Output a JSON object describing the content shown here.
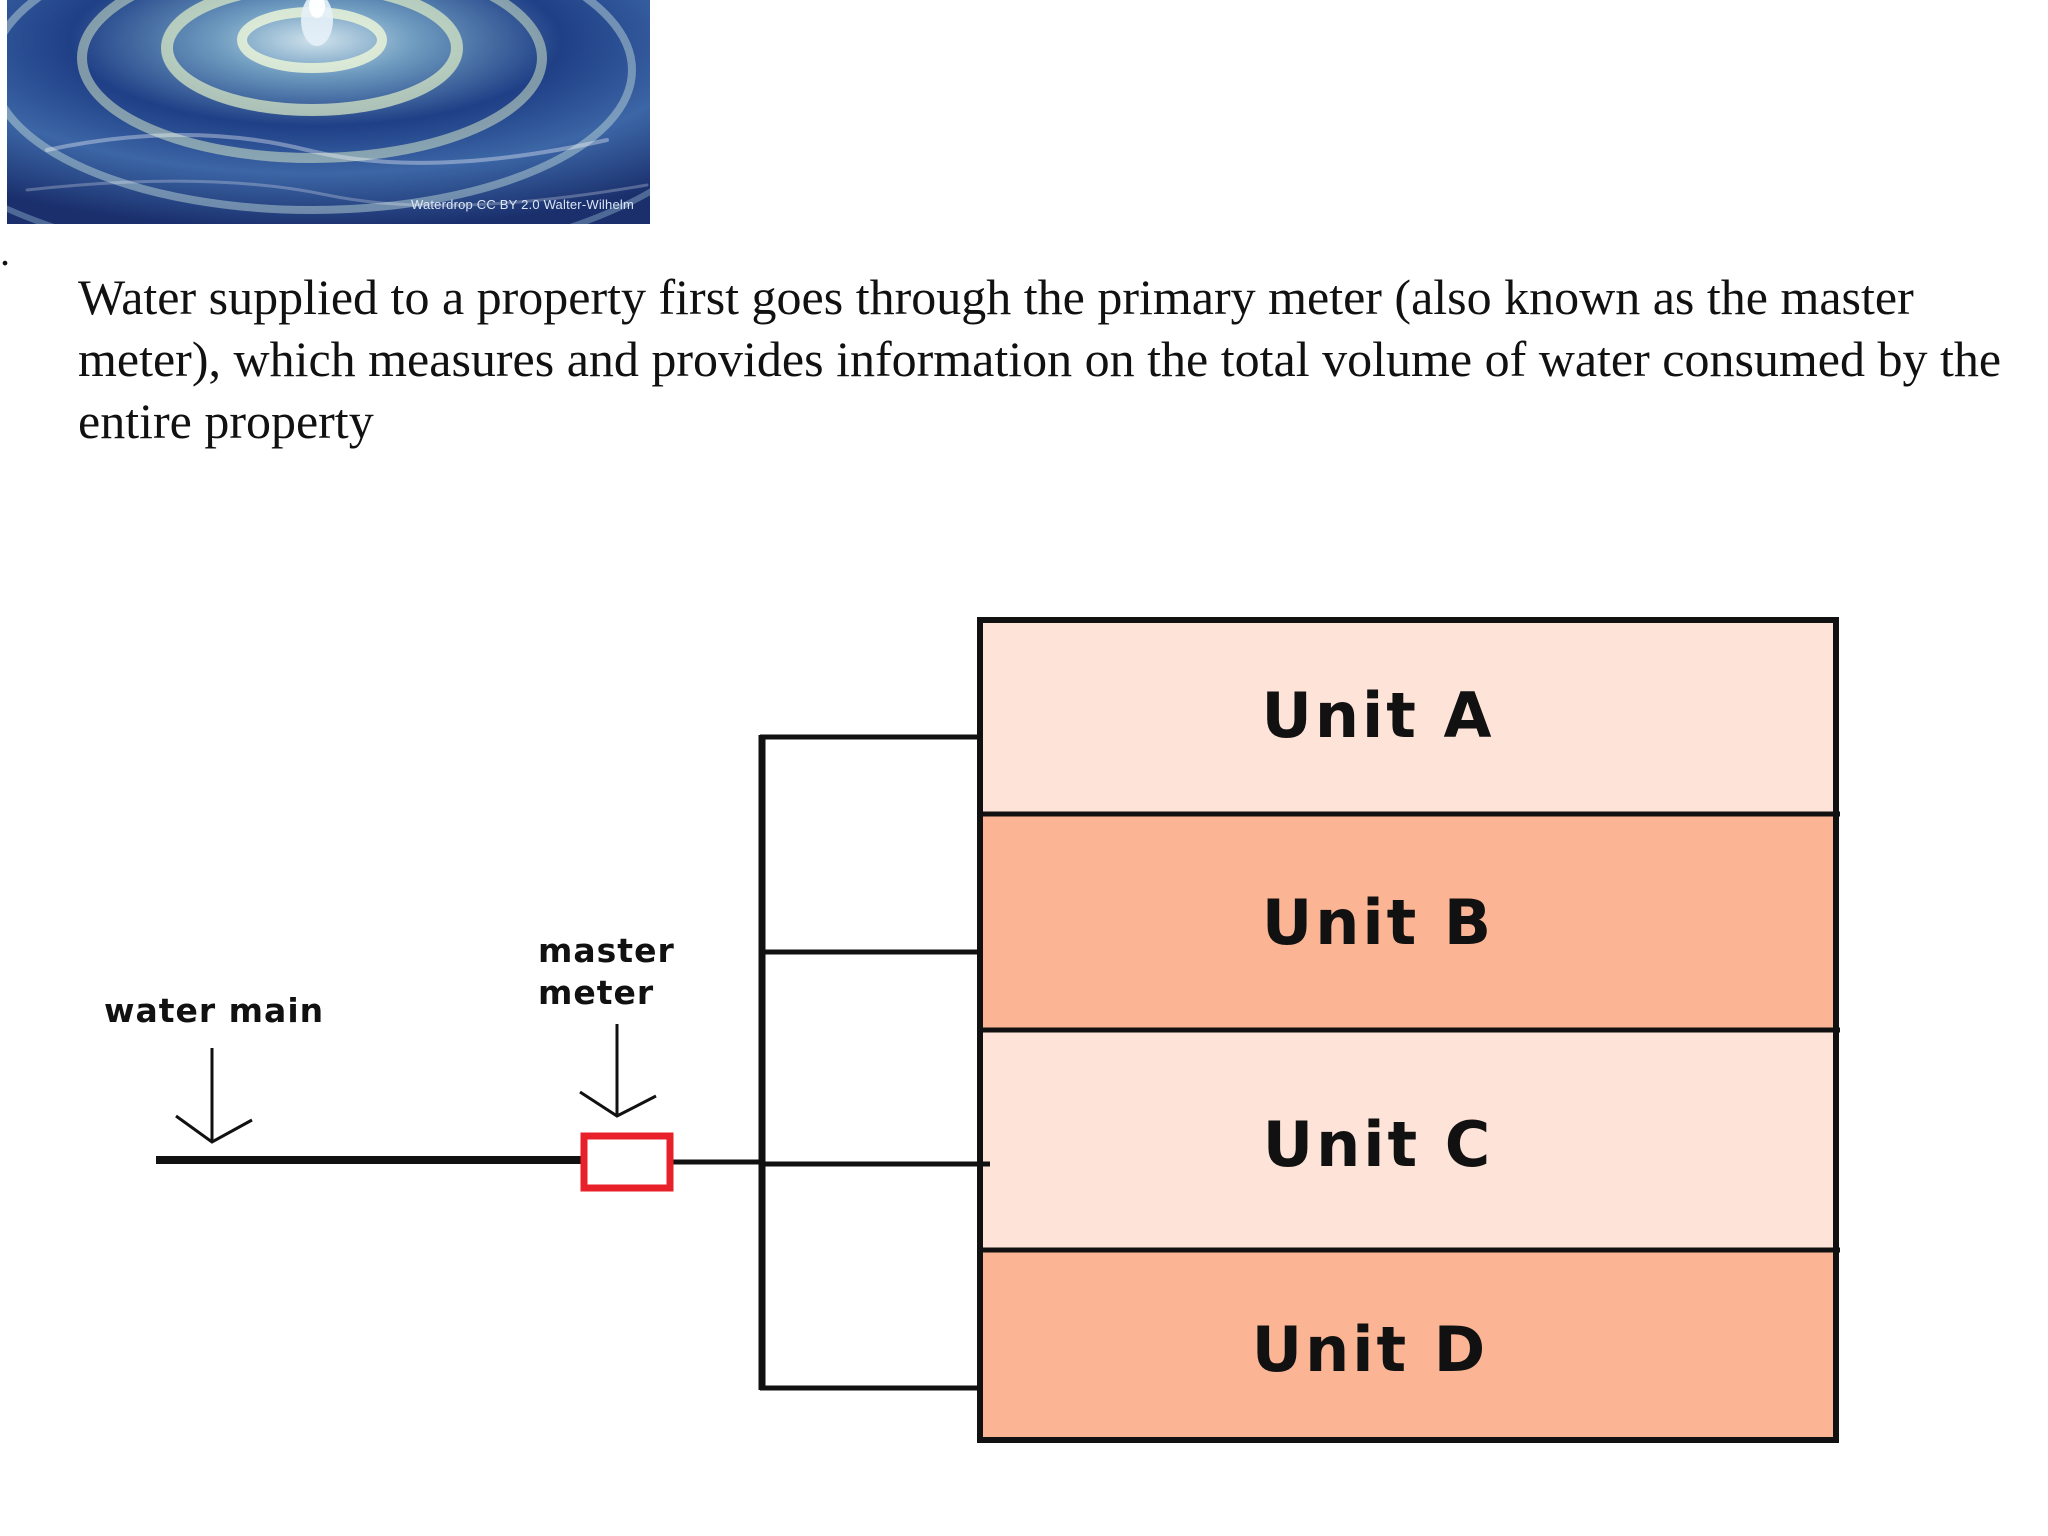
{
  "photo": {
    "credit": "Waterdrop CC BY 2.0 Walter-Wilhelm"
  },
  "bullet": ".",
  "body_text": "Water supplied to a property first goes through the primary meter (also known as the master meter), which measures and provides information on the total volume of water consumed by the entire property",
  "diagram": {
    "water_main_label": "water main",
    "master_meter_label_line1": "master",
    "master_meter_label_line2": "meter",
    "units": [
      {
        "label": "Unit A",
        "color": "#fde3d8"
      },
      {
        "label": "Unit B",
        "color": "#fbb595"
      },
      {
        "label": "Unit C",
        "color": "#fde3d8"
      },
      {
        "label": "Unit D",
        "color": "#fbb595"
      }
    ],
    "meter_color": "#e8202a"
  }
}
